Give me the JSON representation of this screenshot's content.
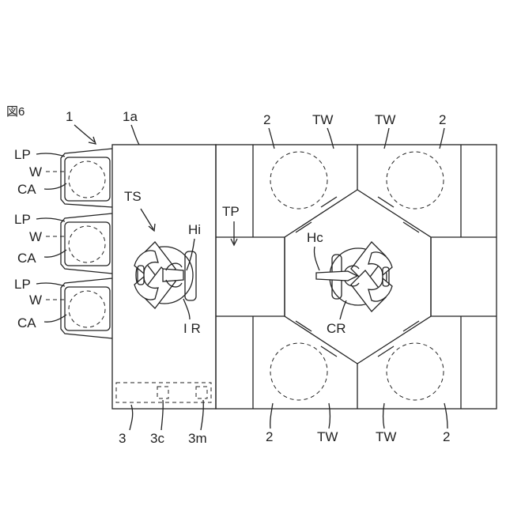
{
  "figure": {
    "fig_label": "図6",
    "colors": {
      "line": "#222222",
      "background": "#ffffff"
    },
    "labels": {
      "system": "1",
      "index_module": "1a",
      "load_port": "LP",
      "wafer": "W",
      "carrier": "CA",
      "transfer_robot_area": "TS",
      "index_hand": "Hi",
      "index_robot": "I R",
      "transfer_position": "TP",
      "center_hand": "Hc",
      "center_robot": "CR",
      "processing_unit": "2",
      "transfer_wafer": "TW",
      "controller": "3",
      "controller_cpu": "3c",
      "controller_memory": "3m"
    }
  }
}
